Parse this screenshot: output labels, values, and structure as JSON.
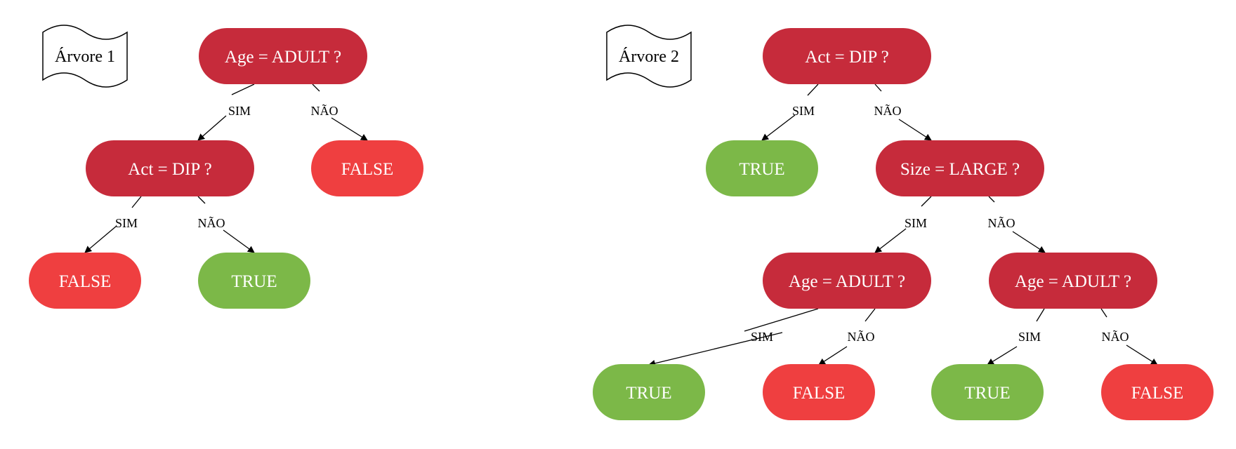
{
  "colors": {
    "decision": "#c62b3b",
    "false": "#ef3f40",
    "true": "#7cb848",
    "node_text": "#ffffff",
    "edge": "#000000",
    "flag_stroke": "#000000"
  },
  "trees": [
    {
      "title": "Árvore 1",
      "nodes": [
        {
          "id": "t1_root",
          "text": "Age = ADULT ?",
          "kind": "decision"
        },
        {
          "id": "t1_act",
          "text": "Act = DIP ?",
          "kind": "decision"
        },
        {
          "id": "t1_false_a",
          "text": "FALSE",
          "kind": "false"
        },
        {
          "id": "t1_false_b",
          "text": "FALSE",
          "kind": "false"
        },
        {
          "id": "t1_true",
          "text": "TRUE",
          "kind": "true"
        }
      ],
      "edges": [
        {
          "from": "t1_root",
          "to": "t1_act",
          "label": "SIM"
        },
        {
          "from": "t1_root",
          "to": "t1_false_a",
          "label": "NÃO"
        },
        {
          "from": "t1_act",
          "to": "t1_false_b",
          "label": "SIM"
        },
        {
          "from": "t1_act",
          "to": "t1_true",
          "label": "NÃO"
        }
      ]
    },
    {
      "title": "Árvore 2",
      "nodes": [
        {
          "id": "t2_root",
          "text": "Act = DIP ?",
          "kind": "decision"
        },
        {
          "id": "t2_true_a",
          "text": "TRUE",
          "kind": "true"
        },
        {
          "id": "t2_size",
          "text": "Size = LARGE ?",
          "kind": "decision"
        },
        {
          "id": "t2_age_l",
          "text": "Age = ADULT ?",
          "kind": "decision"
        },
        {
          "id": "t2_age_r",
          "text": "Age = ADULT ?",
          "kind": "decision"
        },
        {
          "id": "t2_true_b",
          "text": "TRUE",
          "kind": "true"
        },
        {
          "id": "t2_false_a",
          "text": "FALSE",
          "kind": "false"
        },
        {
          "id": "t2_true_c",
          "text": "TRUE",
          "kind": "true"
        },
        {
          "id": "t2_false_b",
          "text": "FALSE",
          "kind": "false"
        }
      ],
      "edges": [
        {
          "from": "t2_root",
          "to": "t2_true_a",
          "label": "SIM"
        },
        {
          "from": "t2_root",
          "to": "t2_size",
          "label": "NÃO"
        },
        {
          "from": "t2_size",
          "to": "t2_age_l",
          "label": "SIM"
        },
        {
          "from": "t2_size",
          "to": "t2_age_r",
          "label": "NÃO"
        },
        {
          "from": "t2_age_l",
          "to": "t2_true_b",
          "label": "SIM"
        },
        {
          "from": "t2_age_l",
          "to": "t2_false_a",
          "label": "NÃO"
        },
        {
          "from": "t2_age_r",
          "to": "t2_true_c",
          "label": "SIM"
        },
        {
          "from": "t2_age_r",
          "to": "t2_false_b",
          "label": "NÃO"
        }
      ]
    }
  ]
}
